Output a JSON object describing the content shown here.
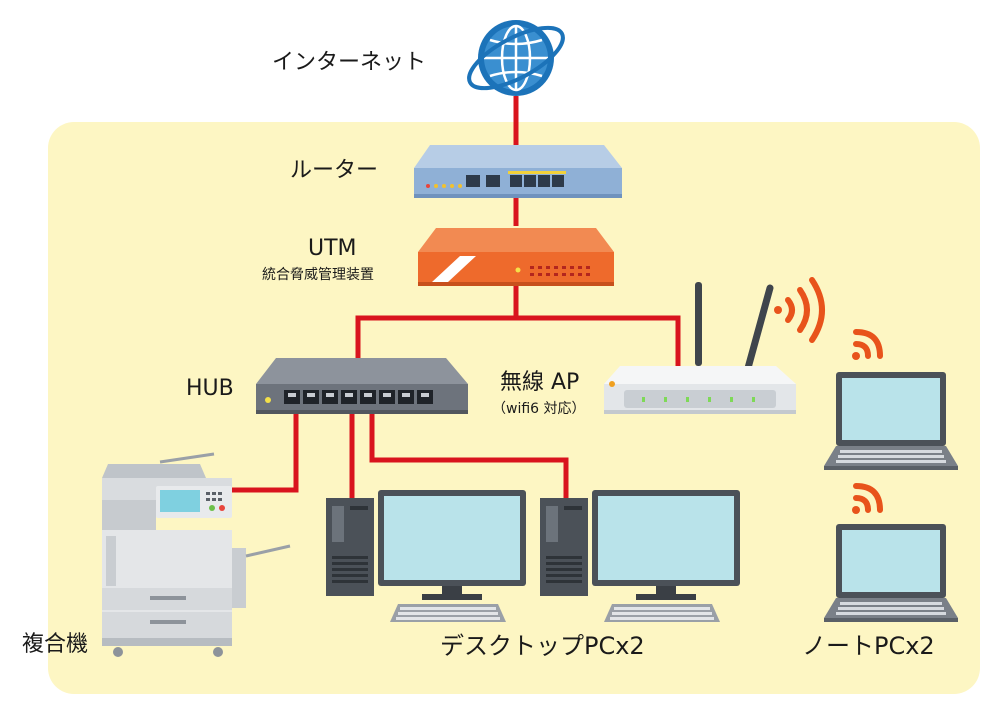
{
  "colors": {
    "cable": "#d9141e",
    "background_panel": "#fdf6c3",
    "router_body": "#8fb0d6",
    "utm_body": "#ee6a2c",
    "hub_body": "#6d737c",
    "ap_body": "#e9ecef",
    "wifi": "#e8531b",
    "screen": "#b9e3ea",
    "globe": "#1c73b9"
  },
  "labels": {
    "internet": "インターネット",
    "router": "ルーター",
    "utm": "UTM",
    "utm_desc": "統合脅威管理装置",
    "hub": "HUB",
    "ap": "無線 AP",
    "ap_note": "（wifi6 対応）",
    "mfp": "複合機",
    "desktop": "デスクトップPCx2",
    "laptop": "ノートPCx2"
  },
  "icons": [
    "globe-icon",
    "router-icon",
    "utm-icon",
    "hub-icon",
    "access-point-icon",
    "mfp-icon",
    "desktop-pc-icon",
    "laptop-icon",
    "wifi-signal-icon"
  ]
}
